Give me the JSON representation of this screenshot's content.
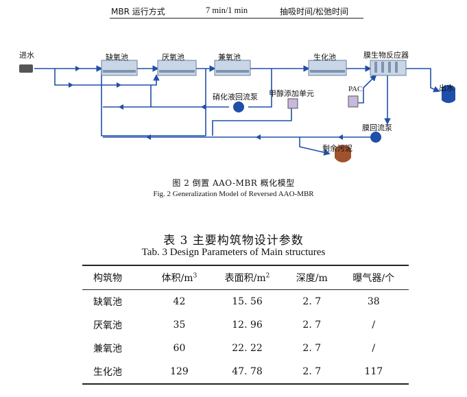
{
  "top_row": {
    "label": "MBR 运行方式",
    "value": "7 min/1 min",
    "note": "抽吸时间/松弛时间"
  },
  "diagram": {
    "inlet": "进水",
    "outlet": "出水",
    "tanks": {
      "anoxic": "缺氧池",
      "anaerobic": "厌氧池",
      "facultative": "兼氧池",
      "biochemical": "生化池",
      "membrane_reactor": "膜生物反应器"
    },
    "nitrification_pump": "硝化液回流泵",
    "methanol_unit": "甲醇添加单元",
    "pac": "PAC",
    "membrane_return_pump": "膜回流泵",
    "excess_sludge": "剩余污泥",
    "colors": {
      "line": "#1f4fa8",
      "tank_fill": "#c8d6e8",
      "sludge": "#a0522d"
    }
  },
  "figure": {
    "caption_cn": "图 2   倒置 AAO-MBR 概化模型",
    "caption_en": "Fig. 2    Generalization Model of Reversed AAO-MBR"
  },
  "table": {
    "title_cn": "表 3   主要构筑物设计参数",
    "title_en": "Tab. 3    Design Parameters of Main structures",
    "headers": [
      "构筑物",
      "体积/m",
      "表面积/m",
      "深度/m",
      "曝气器/个"
    ],
    "header_sup": [
      "",
      "3",
      "2",
      "",
      ""
    ],
    "rows": [
      [
        "缺氧池",
        "42",
        "15. 56",
        "2. 7",
        "38"
      ],
      [
        "厌氧池",
        "35",
        "12. 96",
        "2. 7",
        "/"
      ],
      [
        "兼氧池",
        "60",
        "22. 22",
        "2. 7",
        "/"
      ],
      [
        "生化池",
        "129",
        "47. 78",
        "2. 7",
        "117"
      ]
    ]
  }
}
